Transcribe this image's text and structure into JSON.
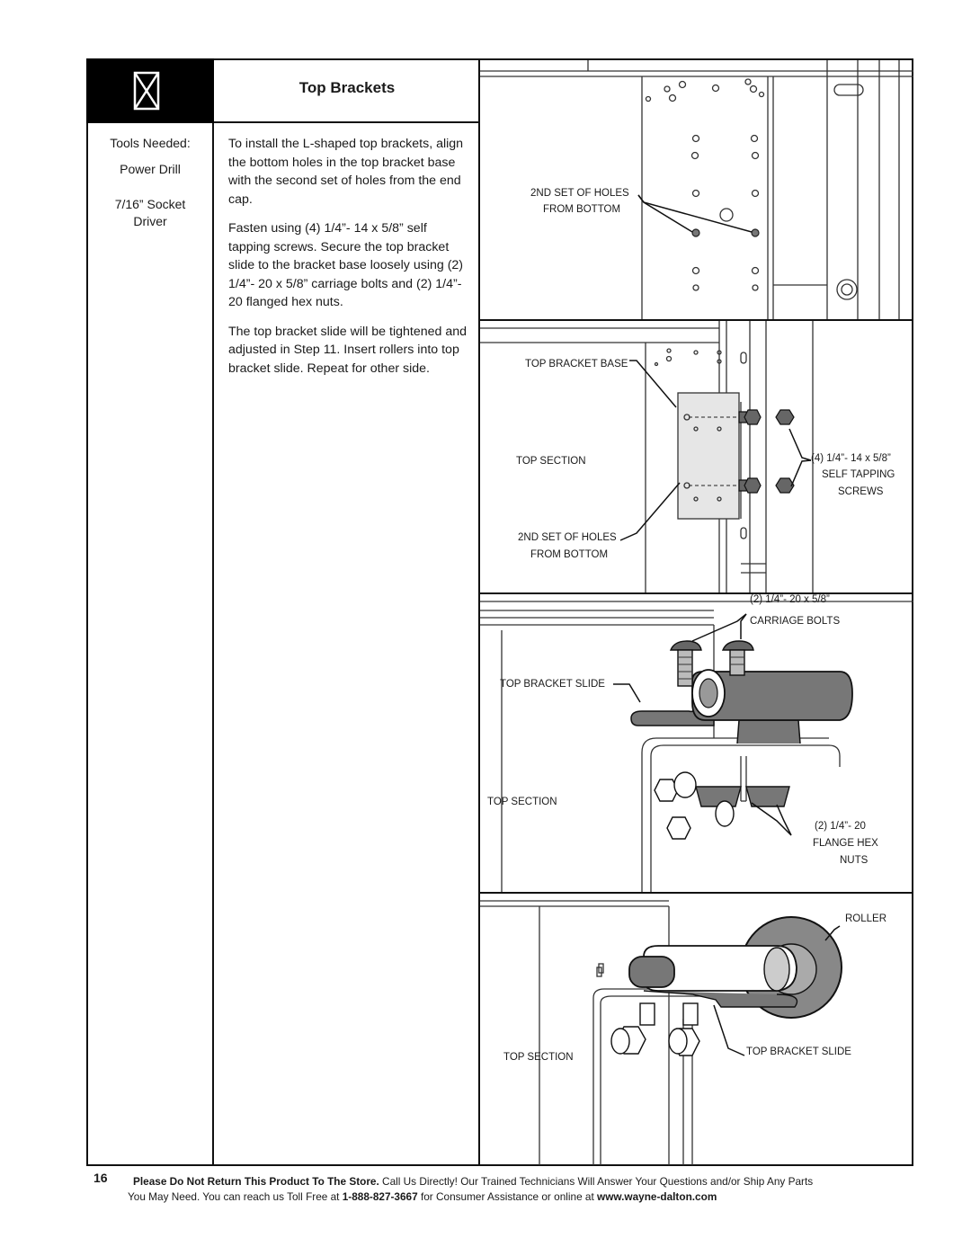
{
  "title": "Top Brackets",
  "tools": {
    "heading": "Tools Needed:",
    "items": [
      "Power Drill",
      "7/16” Socket",
      "Driver"
    ]
  },
  "instructions": {
    "p1": "To install the L-shaped top brackets, align the bottom holes in the top bracket base with the second set of holes from the end cap.",
    "p2": "Fasten using (4) 1/4”- 14 x 5/8” self tapping screws. Secure the top bracket slide to the bracket base loosely using (2) 1/4”- 20 x 5/8” carriage bolts and (2) 1/4”- 20 flanged hex nuts.",
    "p3": "The top bracket slide will be tightened and adjusted in Step 11. Insert rollers into top bracket slide. Repeat for other side."
  },
  "panel1": {
    "label_1": "2ND SET OF HOLES",
    "label_2": "FROM BOTTOM"
  },
  "panel2": {
    "bracket_base": "TOP BRACKET BASE",
    "top_section": "TOP SECTION",
    "holes_1": "2ND SET OF HOLES",
    "holes_2": "FROM BOTTOM",
    "screws_1": "(4) 1/4”- 14 x 5/8”",
    "screws_2": "SELF TAPPING",
    "screws_3": "SCREWS"
  },
  "panel3": {
    "bolts_1": "(2) 1/4”- 20 x 5/8”",
    "bolts_2": "CARRIAGE BOLTS",
    "slide": "TOP BRACKET SLIDE",
    "top_section": "TOP SECTION",
    "nuts_1": "(2) 1/4”- 20",
    "nuts_2": "FLANGE HEX",
    "nuts_3": "NUTS"
  },
  "panel4": {
    "roller": "ROLLER",
    "top_section": "TOP SECTION",
    "slide": "TOP BRACKET SLIDE"
  },
  "footer": {
    "page_number": "16",
    "bold_1": "Please Do Not Return This Product To The Store.",
    "line1_rest": " Call Us Directly! Our Trained Technicians Will Answer Your Questions and/or Ship Any Parts",
    "line2_start": "You May Need. You can reach us Toll Free at ",
    "phone": "1-888-827-3667",
    "line2_mid": " for Consumer Assistance or online at ",
    "website": "www.wayne-dalton.com"
  }
}
